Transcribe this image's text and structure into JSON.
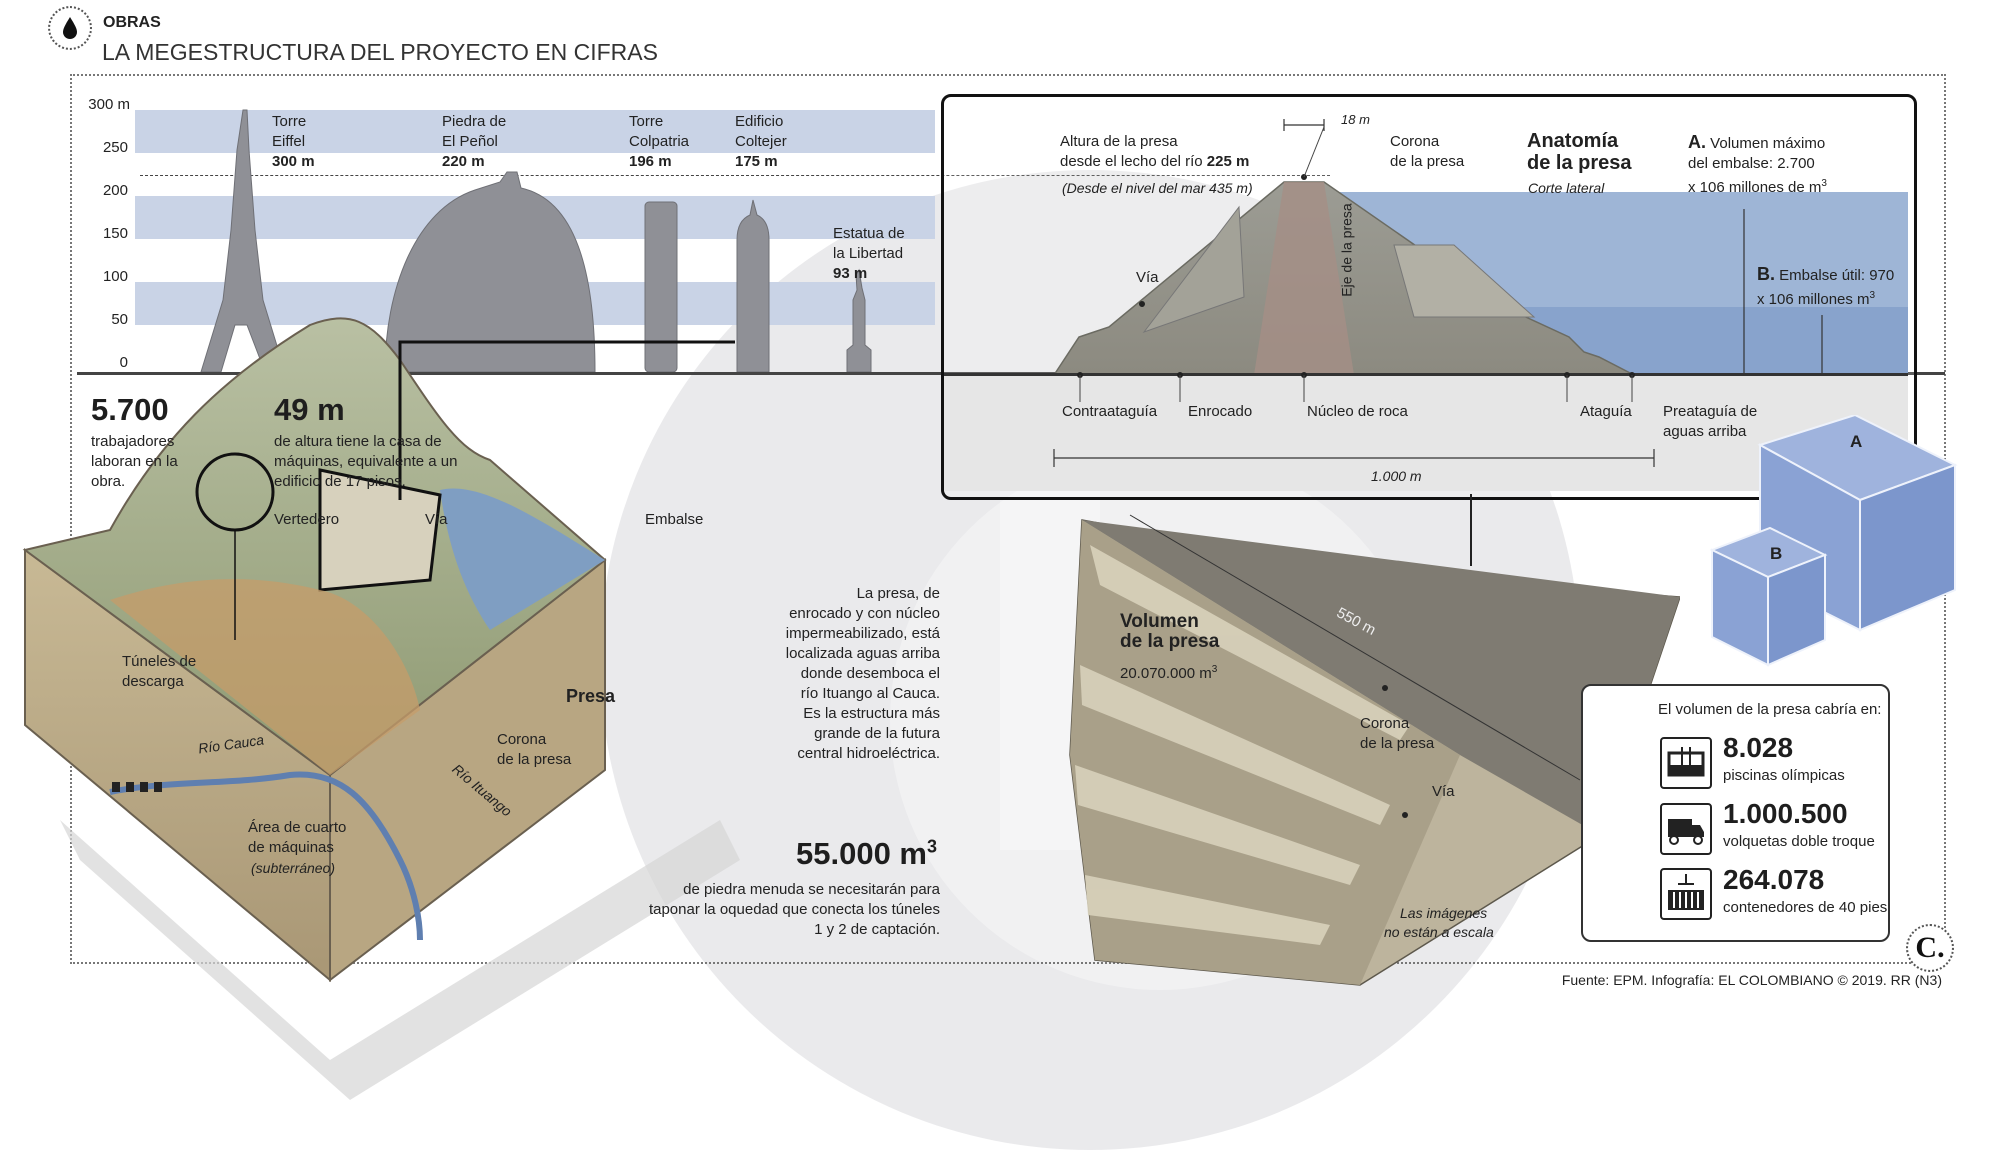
{
  "header": {
    "section": "OBRAS",
    "title": "LA MEGESTRUCTURA DEL PROYECTO EN CIFRAS"
  },
  "scale_chart": {
    "y_ticks": [
      "300 m",
      "250",
      "200",
      "150",
      "100",
      "50",
      "0"
    ],
    "landmarks": [
      {
        "name1": "Torre",
        "name2": "Eiffel",
        "height": "300 m"
      },
      {
        "name1": "Piedra de",
        "name2": "El Peñol",
        "height": "220 m"
      },
      {
        "name1": "Torre",
        "name2": "Colpatria",
        "height": "196 m"
      },
      {
        "name1": "Edificio",
        "name2": "Coltejer",
        "height": "175 m"
      },
      {
        "name1": "Estatua de",
        "name2": "la Libertad",
        "height": "93 m"
      }
    ]
  },
  "stats": {
    "workers_number": "5.700",
    "workers_l1": "trabajadores",
    "workers_l2": "laboran en la",
    "workers_l3": "obra.",
    "machine_number": "49 m",
    "machine_l1": "de altura tiene la casa de",
    "machine_l2": "máquinas, equivalente a un",
    "machine_l3": "edificio de 17 pisos."
  },
  "terrain_labels": {
    "vertedero": "Vertedero",
    "via": "Vía",
    "embalse": "Embalse",
    "tuneles_1": "Túneles de",
    "tuneles_2": "descarga",
    "rio_cauca": "Río Cauca",
    "rio_ituango": "Río Ituango",
    "presa": "Presa",
    "corona_1": "Corona",
    "corona_2": "de la presa",
    "area_1": "Área de cuarto",
    "area_2": "de máquinas",
    "area_3": "(subterráneo)"
  },
  "description": {
    "l1": "La presa, de",
    "l2": "enrocado y con núcleo",
    "l3": "impermeabilizado, está",
    "l4": "localizada aguas arriba",
    "l5": "donde desemboca el",
    "l6": "río Ituango al Cauca.",
    "l7": "Es la estructura más",
    "l8": "grande de la futura",
    "l9": "central hidroeléctrica."
  },
  "stone": {
    "number": "55.000 m",
    "sup": "3",
    "l1": "de piedra menuda se necesitarán para",
    "l2": "taponar la oquedad que conecta los túneles",
    "l3": "1 y 2 de captación."
  },
  "anatomy": {
    "title1": "Anatomía",
    "title2": "de la presa",
    "subtitle": "Corte lateral",
    "height_l1": "Altura de la presa",
    "height_l2": "desde el lecho del río",
    "height_value": "225 m",
    "height_note": "(Desde el nivel del mar 435 m)",
    "crest_width": "18 m",
    "corona_1": "Corona",
    "corona_2": "de la presa",
    "eje": "Eje de la presa",
    "via": "Vía",
    "contraataguia": "Contraataguía",
    "enrocado": "Enrocado",
    "nucleo": "Núcleo de roca",
    "ataguia": "Ataguía",
    "preataguia_1": "Preataguía de",
    "preataguia_2": "aguas arriba",
    "width": "1.000 m",
    "vol_a_label": "A.",
    "vol_a_l1": "Volumen máximo",
    "vol_a_l2": "del embalse: 2.700",
    "vol_a_l3": "x 106 millones de m",
    "vol_b_label": "B.",
    "vol_b_l1": "Embalse útil: 970",
    "vol_b_l2": "x 106 millones m",
    "sup3": "3",
    "cube_a": "A",
    "cube_b": "B"
  },
  "volume": {
    "title1": "Volumen",
    "title2": "de la presa",
    "value": "20.070.000 m",
    "sup": "3",
    "length": "550 m",
    "corona_1": "Corona",
    "corona_2": "de la presa",
    "via": "Vía",
    "note1": "Las imágenes",
    "note2": "no están a escala"
  },
  "comparison": {
    "title": "El volumen de la presa cabría en:",
    "items": [
      {
        "value": "8.028",
        "label": "piscinas olímpicas",
        "icon": "pool-icon"
      },
      {
        "value": "1.000.500",
        "label": "volquetas doble troque",
        "icon": "truck-icon"
      },
      {
        "value": "264.078",
        "label": "contenedores de 40 pies",
        "icon": "container-icon"
      }
    ]
  },
  "footer": {
    "source": "Fuente: EPM. Infografía: EL COLOMBIANO © 2019. RR (N3)",
    "logo": "C."
  },
  "colors": {
    "band": "#c9d3e6",
    "water": "#9eb5d6",
    "cube": "#7c96cc",
    "ground": "#8a8a8a"
  }
}
